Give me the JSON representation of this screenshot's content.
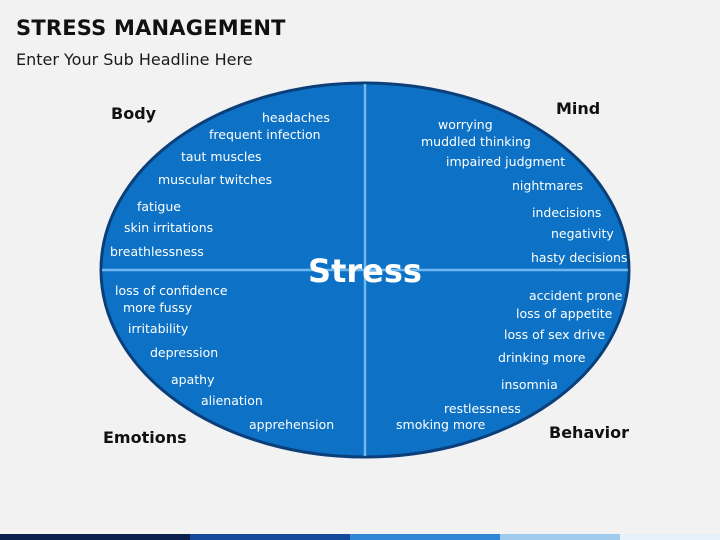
{
  "header": {
    "title": "STRESS MANAGEMENT",
    "subtitle": "Enter Your Sub Headline Here"
  },
  "diagram": {
    "center": "Stress",
    "quadrants": {
      "body": {
        "label": "Body",
        "symptoms": [
          "headaches",
          "frequent infection",
          "taut muscles",
          "muscular twitches",
          "fatigue",
          "skin irritations",
          "breathlessness"
        ]
      },
      "mind": {
        "label": "Mind",
        "symptoms": [
          "worrying",
          "muddled thinking",
          "impaired judgment",
          "nightmares",
          "indecisions",
          "negativity",
          "hasty decisions"
        ]
      },
      "emotions": {
        "label": "Emotions",
        "symptoms": [
          "loss of confidence",
          "more fussy",
          "irritability",
          "depression",
          "apathy",
          "alienation",
          "apprehension"
        ]
      },
      "behavior": {
        "label": "Behavior",
        "symptoms": [
          "accident prone",
          "loss of appetite",
          "loss of sex drive",
          "drinking more",
          "insomnia",
          "restlessness",
          "smoking more"
        ]
      }
    }
  },
  "colors": {
    "ellipse_fill": "#0d72c5",
    "ellipse_stroke": "#0a3f7a",
    "divider": "#6fb6ee",
    "text": "#ffffff",
    "footer": [
      "#0b1f4d",
      "#14489a",
      "#2f86d6",
      "#9fcbef",
      "#e6f1fa"
    ]
  }
}
